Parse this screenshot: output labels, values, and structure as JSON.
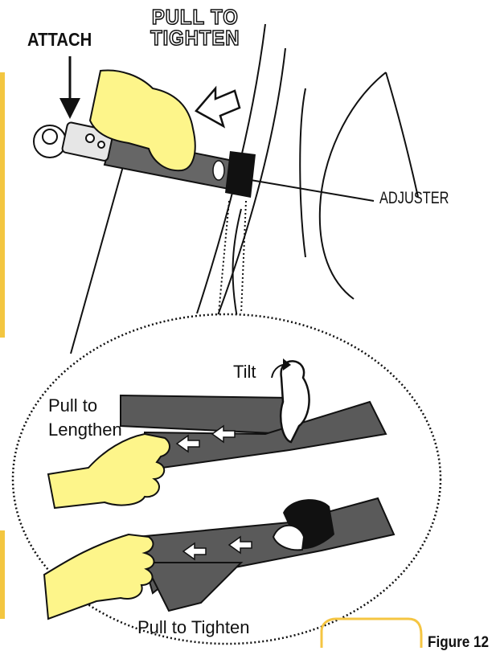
{
  "labels": {
    "attach": "ATTACH",
    "pull_to_tighten_title": "PULL TO TIGHTEN",
    "adjuster": "ADJUSTER",
    "tilt": "Tilt",
    "pull_to_lengthen": "Pull to Lengthen",
    "pull_to_tighten": "Pull to Tighten",
    "figure": "Figure 12"
  },
  "colors": {
    "strap": "#5a5a5a",
    "strap_dark": "#3d3d3d",
    "hand_fill": "#fdf58a",
    "outline": "#111111",
    "adjuster": "#111111",
    "badge": "#f5c542"
  }
}
